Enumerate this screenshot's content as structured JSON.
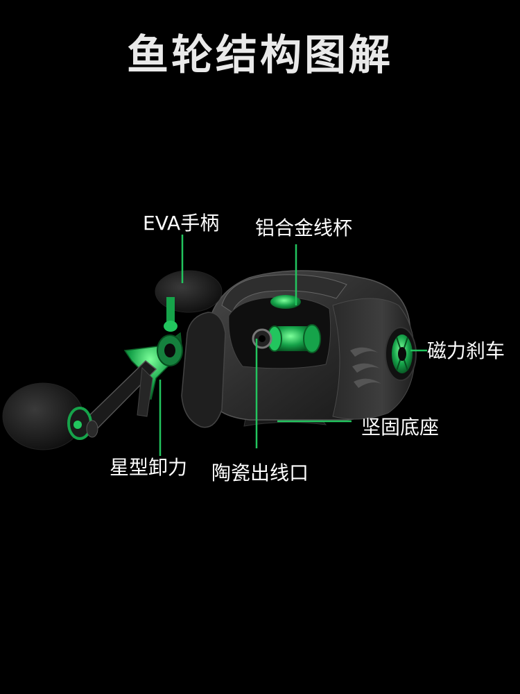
{
  "title": "鱼轮结构图解",
  "labels": {
    "eva_handle": "EVA手柄",
    "aluminum_spool": "铝合金线杯",
    "magnetic_brake": "磁力刹车",
    "solid_base": "坚固底座",
    "star_drag": "星型卸力",
    "ceramic_line_guide": "陶瓷出线口"
  },
  "colors": {
    "background": "#000000",
    "accent_green": "#22c55e",
    "reel_body": "#3a3a3a",
    "text": "#ffffff"
  }
}
